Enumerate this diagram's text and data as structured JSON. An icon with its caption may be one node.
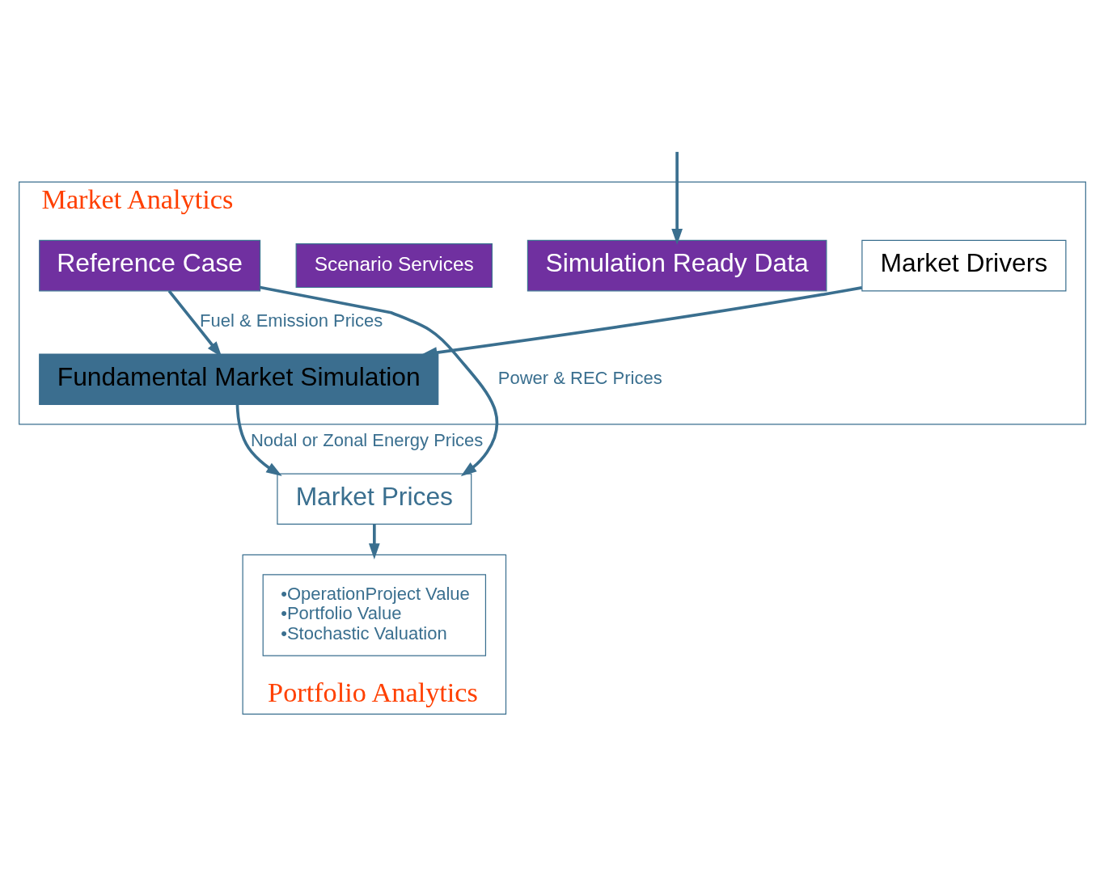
{
  "diagram": {
    "nodes": [
      {
        "text": [
          "Market Analytics"
        ]
      },
      {
        "text": [
          "Market Drivers"
        ],
        "in": 0
      },
      {
        "text": [
          "Simulation Ready Data"
        ],
        "in": 0
      },
      {
        "text": [
          "Fundamental Market Simulation"
        ],
        "in": 0
      },
      {
        "text": [
          "Scenario Services"
        ],
        "in": 0
      },
      {
        "text": [
          "Reference Case"
        ],
        "in": 0
      },
      {
        "text": [
          "Market Prices"
        ]
      },
      {
        "text": [
          "Portfolio Analytics"
        ]
      },
      {
        "text": [
          "•OperationProject Value",
          "•Portfolio Value",
          "•Stochastic Valuation"
        ],
        "in": 7
      }
    ],
    "edges": [
      {
        "from": null,
        "to": 2,
        "arrow": "to"
      },
      {
        "from": 1,
        "to": 3,
        "arrow": "to"
      },
      {
        "from": 5,
        "to": 3,
        "arrow": "to",
        "label": "Fuel & Emission Prices"
      },
      {
        "from": 3,
        "to": 6,
        "arrow": "to",
        "label": "Nodal or Zonal Energy Prices"
      },
      {
        "from": 5,
        "to": 6,
        "arrow": "to",
        "label": "Power & REC Prices"
      },
      {
        "from": 6,
        "to": 7,
        "arrow": "to"
      }
    ]
  }
}
